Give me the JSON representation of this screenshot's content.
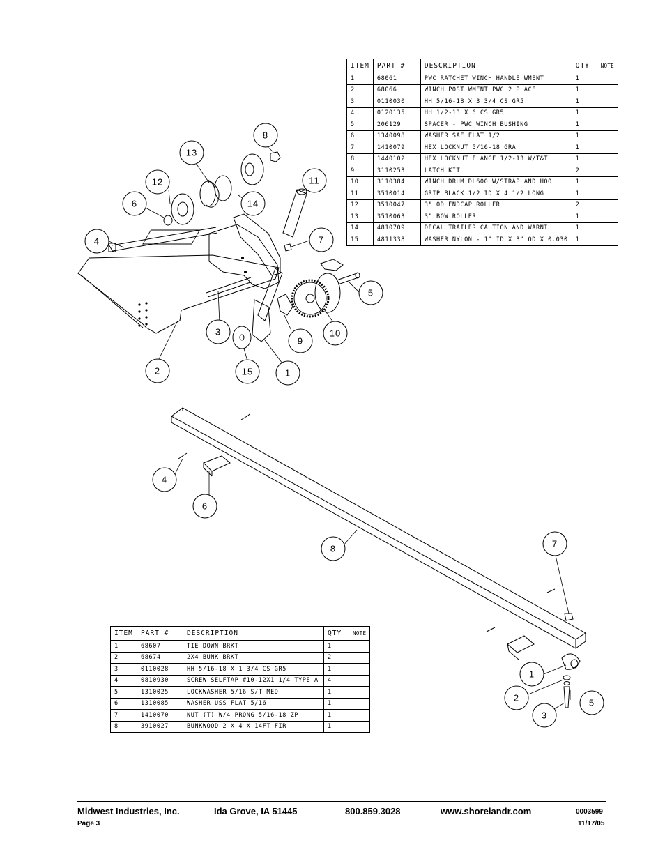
{
  "winch_table": {
    "headers": [
      "ITEM",
      "PART #",
      "DESCRIPTION",
      "QTY",
      "NOTE"
    ],
    "rows": [
      [
        "1",
        "68061",
        "PWC RATCHET WINCH HANDLE WMENT",
        "1",
        ""
      ],
      [
        "2",
        "68066",
        "WINCH POST WMENT PWC 2 PLACE",
        "1",
        ""
      ],
      [
        "3",
        "0110030",
        "HH 5/16-18 X 3 3/4 CS GR5",
        "1",
        ""
      ],
      [
        "4",
        "0120135",
        "HH 1/2-13 X 6 CS GR5",
        "1",
        ""
      ],
      [
        "5",
        "206129",
        "SPACER - PWC WINCH BUSHING",
        "1",
        ""
      ],
      [
        "6",
        "1340098",
        "WASHER SAE FLAT 1/2",
        "1",
        ""
      ],
      [
        "7",
        "1410079",
        "HEX LOCKNUT 5/16-18 GRA",
        "1",
        ""
      ],
      [
        "8",
        "1440102",
        "HEX LOCKNUT FLANGE 1/2-13 W/T&T",
        "1",
        ""
      ],
      [
        "9",
        "3110253",
        "LATCH KIT",
        "2",
        ""
      ],
      [
        "10",
        "3110384",
        "WINCH DRUM DL600 W/STRAP AND HOO",
        "1",
        ""
      ],
      [
        "11",
        "3510014",
        "GRIP BLACK 1/2 ID X 4 1/2 LONG",
        "1",
        ""
      ],
      [
        "12",
        "3510047",
        "3\" OD ENDCAP ROLLER",
        "2",
        ""
      ],
      [
        "13",
        "3510063",
        "3\" BOW ROLLER",
        "1",
        ""
      ],
      [
        "14",
        "4810709",
        "DECAL TRAILER CAUTION AND WARNI",
        "1",
        ""
      ],
      [
        "15",
        "4811338",
        "WASHER NYLON - 1\" ID X 3\" OD X 0.030",
        "1",
        ""
      ]
    ]
  },
  "bunk_table": {
    "headers": [
      "ITEM",
      "PART #",
      "DESCRIPTION",
      "QTY",
      "NOTE"
    ],
    "rows": [
      [
        "1",
        "68607",
        "TIE DOWN BRKT",
        "1",
        ""
      ],
      [
        "2",
        "68674",
        "2X4 BUNK BRKT",
        "2",
        ""
      ],
      [
        "3",
        "0110028",
        "HH 5/16-18 X 1 3/4 CS GR5",
        "1",
        ""
      ],
      [
        "4",
        "0810930",
        "SCREW SELFTAP #10-12X1 1/4 TYPE A",
        "4",
        ""
      ],
      [
        "5",
        "1310025",
        "LOCKWASHER 5/16 S/T MED",
        "1",
        ""
      ],
      [
        "6",
        "1310085",
        "WASHER USS FLAT 5/16",
        "1",
        ""
      ],
      [
        "7",
        "1410070",
        "NUT (T) W/4 PRONG 5/16-18 ZP",
        "1",
        ""
      ],
      [
        "8",
        "3910027",
        "BUNKWOOD   2 X 4 X 14FT FIR",
        "1",
        ""
      ]
    ]
  },
  "winch_callouts": [
    "1",
    "2",
    "3",
    "4",
    "5",
    "6",
    "7",
    "8",
    "9",
    "10",
    "11",
    "12",
    "13",
    "14",
    "15"
  ],
  "bunk_callouts": [
    "1",
    "2",
    "3",
    "4",
    "5",
    "6",
    "7",
    "8"
  ],
  "footer": {
    "company": "Midwest Industries, Inc.",
    "location": "Ida Grove, IA  51445",
    "phone": "800.859.3028",
    "website": "www.shorelandr.com",
    "doc_number": "0003599",
    "page": "Page 3",
    "date": "11/17/05"
  }
}
